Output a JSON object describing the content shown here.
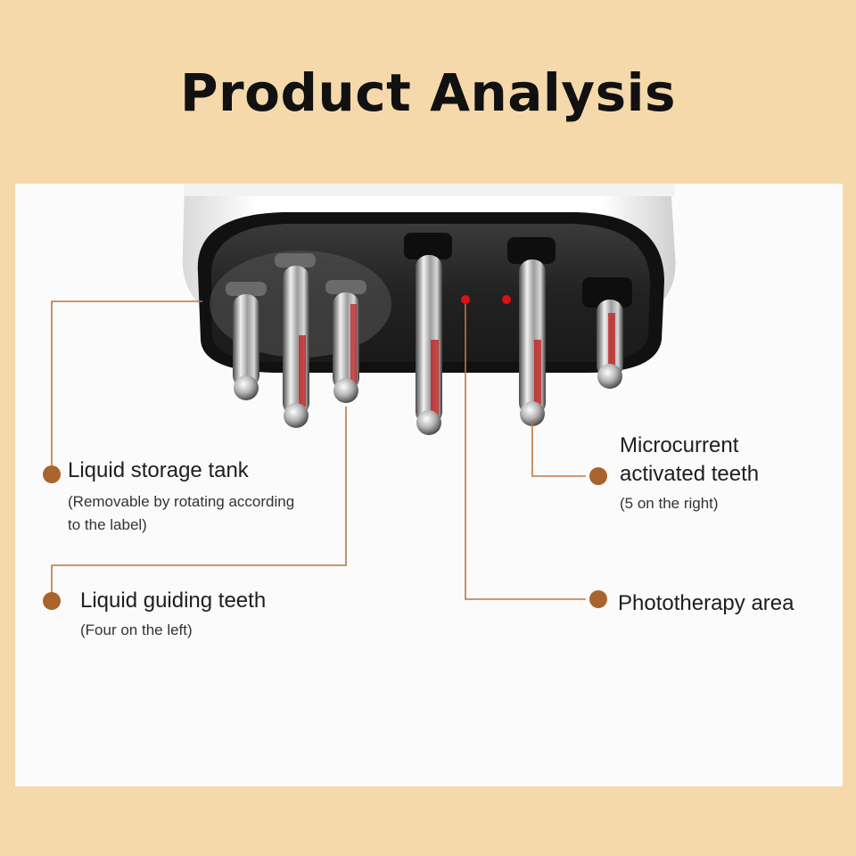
{
  "title": "Product Analysis",
  "colors": {
    "background": "#f6d9ab",
    "panel": "#fbfbfb",
    "leader_line": "#b97843",
    "dot": "#a8642c",
    "text": "#1e1e1e"
  },
  "callouts": {
    "storage_tank": {
      "heading": "Liquid storage tank",
      "sub_line1": "(Removable by rotating according",
      "sub_line2": "to the label)"
    },
    "guiding_teeth": {
      "heading": "Liquid guiding teeth",
      "sub": "(Four on the left)"
    },
    "microcurrent_teeth": {
      "heading_line1": "Microcurrent",
      "heading_line2": "activated teeth",
      "sub": "(5 on the right)"
    },
    "phototherapy": {
      "heading": "Phototherapy area"
    }
  }
}
